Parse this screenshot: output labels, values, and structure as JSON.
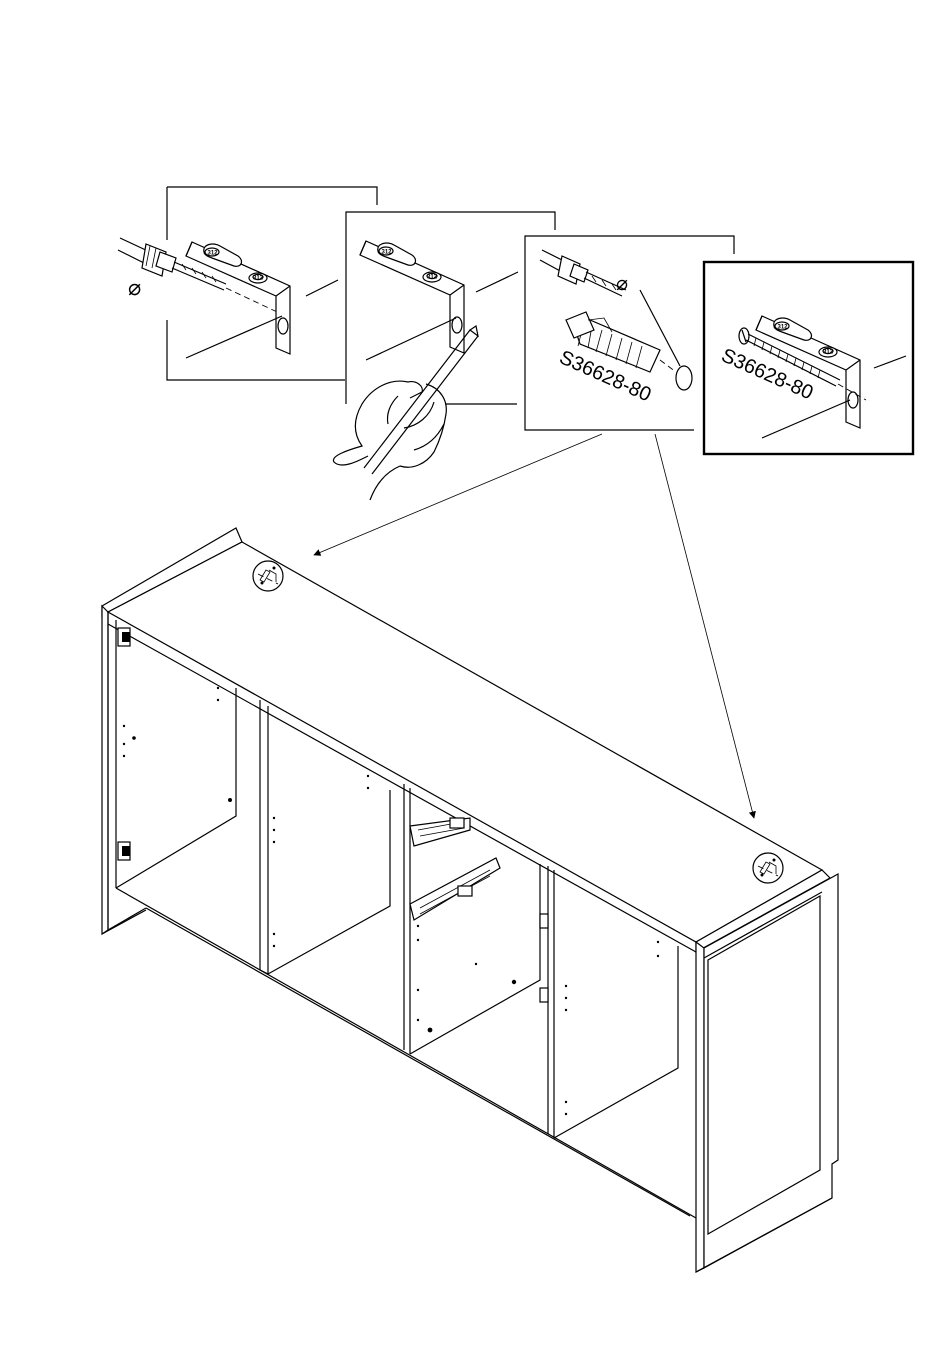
{
  "colors": {
    "ink": "#000000",
    "paper": "#ffffff"
  },
  "panels": [
    {
      "id": "drill",
      "symbol": "⌀"
    },
    {
      "id": "mark",
      "symbol": ""
    },
    {
      "id": "plug",
      "symbol": "⌀",
      "part_code": "S36628-80"
    },
    {
      "id": "screw",
      "symbol": "",
      "part_code": "S36628-80"
    }
  ],
  "icons": [
    "drill-bit-icon",
    "angle-bracket-icon",
    "pencil-hand-icon",
    "wall-plug-icon",
    "screw-icon",
    "bracket-marker-icon"
  ]
}
